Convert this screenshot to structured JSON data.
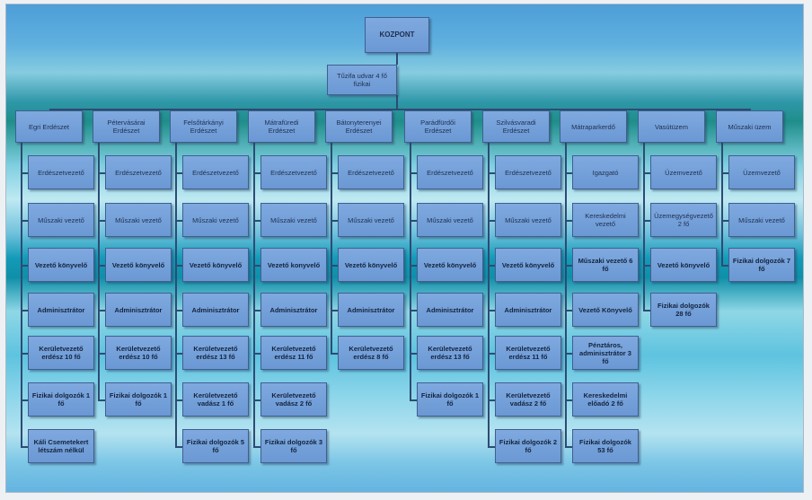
{
  "root": "KOZPONT",
  "tuzifa": "Tűzifa udvar 4 fő fizikai",
  "columns": [
    {
      "header": "Egri Erdészet",
      "items": [
        "Erdészetvezető",
        "Műszaki vezető",
        "Vezető könyvelő",
        "Adminisztrátor",
        "Kerületvezető erdész 10 fő",
        "Fizikai dolgozók 1 fő",
        "Káli Csemetekert létszám nélkül"
      ]
    },
    {
      "header": "Pétervásárai Erdészet",
      "items": [
        "Erdészetvezető",
        "Műszaki vezető",
        "Vezető könyvelő",
        "Adminisztrátor",
        "Kerületvezető erdész 10 fő",
        "Fizikai dolgozók 1 fő"
      ]
    },
    {
      "header": "Felsőtárkányi Erdészet",
      "items": [
        "Erdészetvezető",
        "Műszaki vezető",
        "Vezető könyvelő",
        "Adminisztrátor",
        "Kerületvezető erdész 13 fő",
        "Kerületvezető vadász 1 fő",
        "Fizikai dolgozók 5 fő"
      ]
    },
    {
      "header": "Mátrafüredi Erdészet",
      "items": [
        "Erdészetvezető",
        "Műszaki vezető",
        "Vezető konyvelő",
        "Adminisztrátor",
        "Kerületvezető erdész 11 fő",
        "Kerületvezető vadász 2 fő",
        "Fizikai dolgozók 3 fő"
      ]
    },
    {
      "header": "Bátonyterenyei Erdészet",
      "items": [
        "Erdészetvezető",
        "Műszaki vezető",
        "Vezető könyvelő",
        "Adminisztrátor",
        "Kerületvezető erdész 8 fő"
      ]
    },
    {
      "header": "Parádfürdői Erdészet",
      "items": [
        "Erdészetvezető",
        "Műszaki vezető",
        "Vezető könyvelő",
        "Adminisztrátor",
        "Kerületvezető erdész 13 fő",
        "Fizikai dolgozók 1 fő"
      ]
    },
    {
      "header": "Szilvásvaradi Erdészet",
      "items": [
        "Erdészetvezető",
        "Műszaki vezető",
        "Vezető könyvelő",
        "Adminisztrátor",
        "Kerületvezető erdész 11 fő",
        "Kerületvezető vadász 2 fő",
        "Fizikai dolgozók 2 fő"
      ]
    },
    {
      "header": "Mátraparkerdő",
      "items": [
        "Igazgató",
        "Kereskedelmi vezető",
        "Műszaki vezető 6 fő",
        "Vezető Könyvelő",
        "Pénztáros, adminisztrátor 3 fő",
        "Kereskedelmi előadó 2 fő",
        "Fizikai dolgozók 53 fő"
      ]
    },
    {
      "header": "Vasútüzem",
      "items": [
        "Üzemvezető",
        "Üzemegységvezető 2 fő",
        "Vezető könyvelő",
        "Fizikai dolgozók 28 fő"
      ]
    },
    {
      "header": "Műszaki üzem",
      "items": [
        "Üzemvezető",
        "Műszaki vezető",
        "Fizikai dolgozók 7 fő"
      ]
    }
  ]
}
